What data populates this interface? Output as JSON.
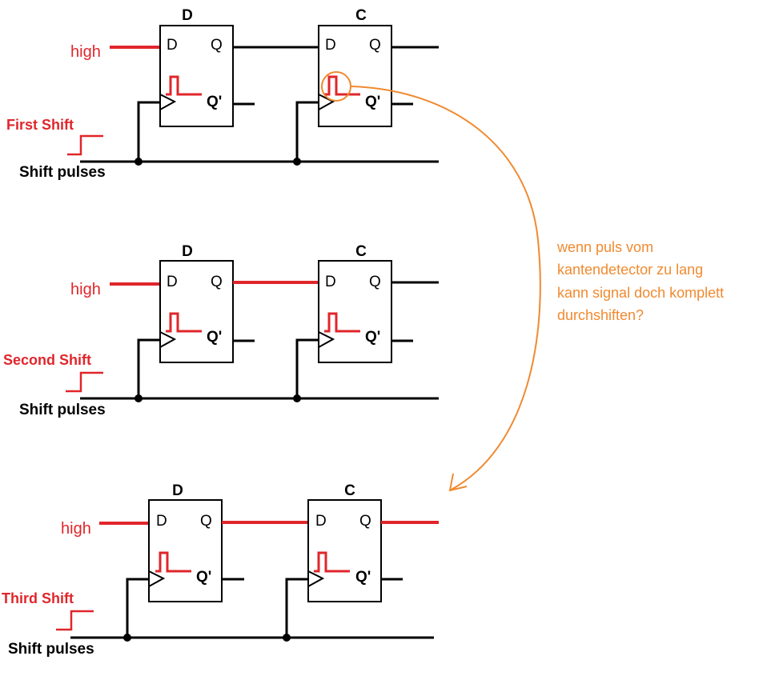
{
  "colors": {
    "wire": "#000000",
    "signal": "#e0262b",
    "annotation": "#f08a30"
  },
  "stages": [
    {
      "label": "First Shift",
      "input": "high",
      "clock_label": "Shift pulses",
      "ff1": {
        "title": "D",
        "d": "D",
        "q": "Q",
        "qbar": "Q'"
      },
      "ff2": {
        "title": "C",
        "d": "D",
        "q": "Q",
        "qbar": "Q'"
      }
    },
    {
      "label": "Second Shift",
      "input": "high",
      "clock_label": "Shift pulses",
      "ff1": {
        "title": "D",
        "d": "D",
        "q": "Q",
        "qbar": "Q'"
      },
      "ff2": {
        "title": "C",
        "d": "D",
        "q": "Q",
        "qbar": "Q'"
      }
    },
    {
      "label": "Third Shift",
      "input": "high",
      "clock_label": "Shift pulses",
      "ff1": {
        "title": "D",
        "d": "D",
        "q": "Q",
        "qbar": "Q'"
      },
      "ff2": {
        "title": "C",
        "d": "D",
        "q": "Q",
        "qbar": "Q'"
      }
    }
  ],
  "annotation": {
    "lines": [
      "wenn puls vom",
      "kantendetector zu lang",
      "kann signal doch komplett",
      "durchshiften?"
    ]
  }
}
